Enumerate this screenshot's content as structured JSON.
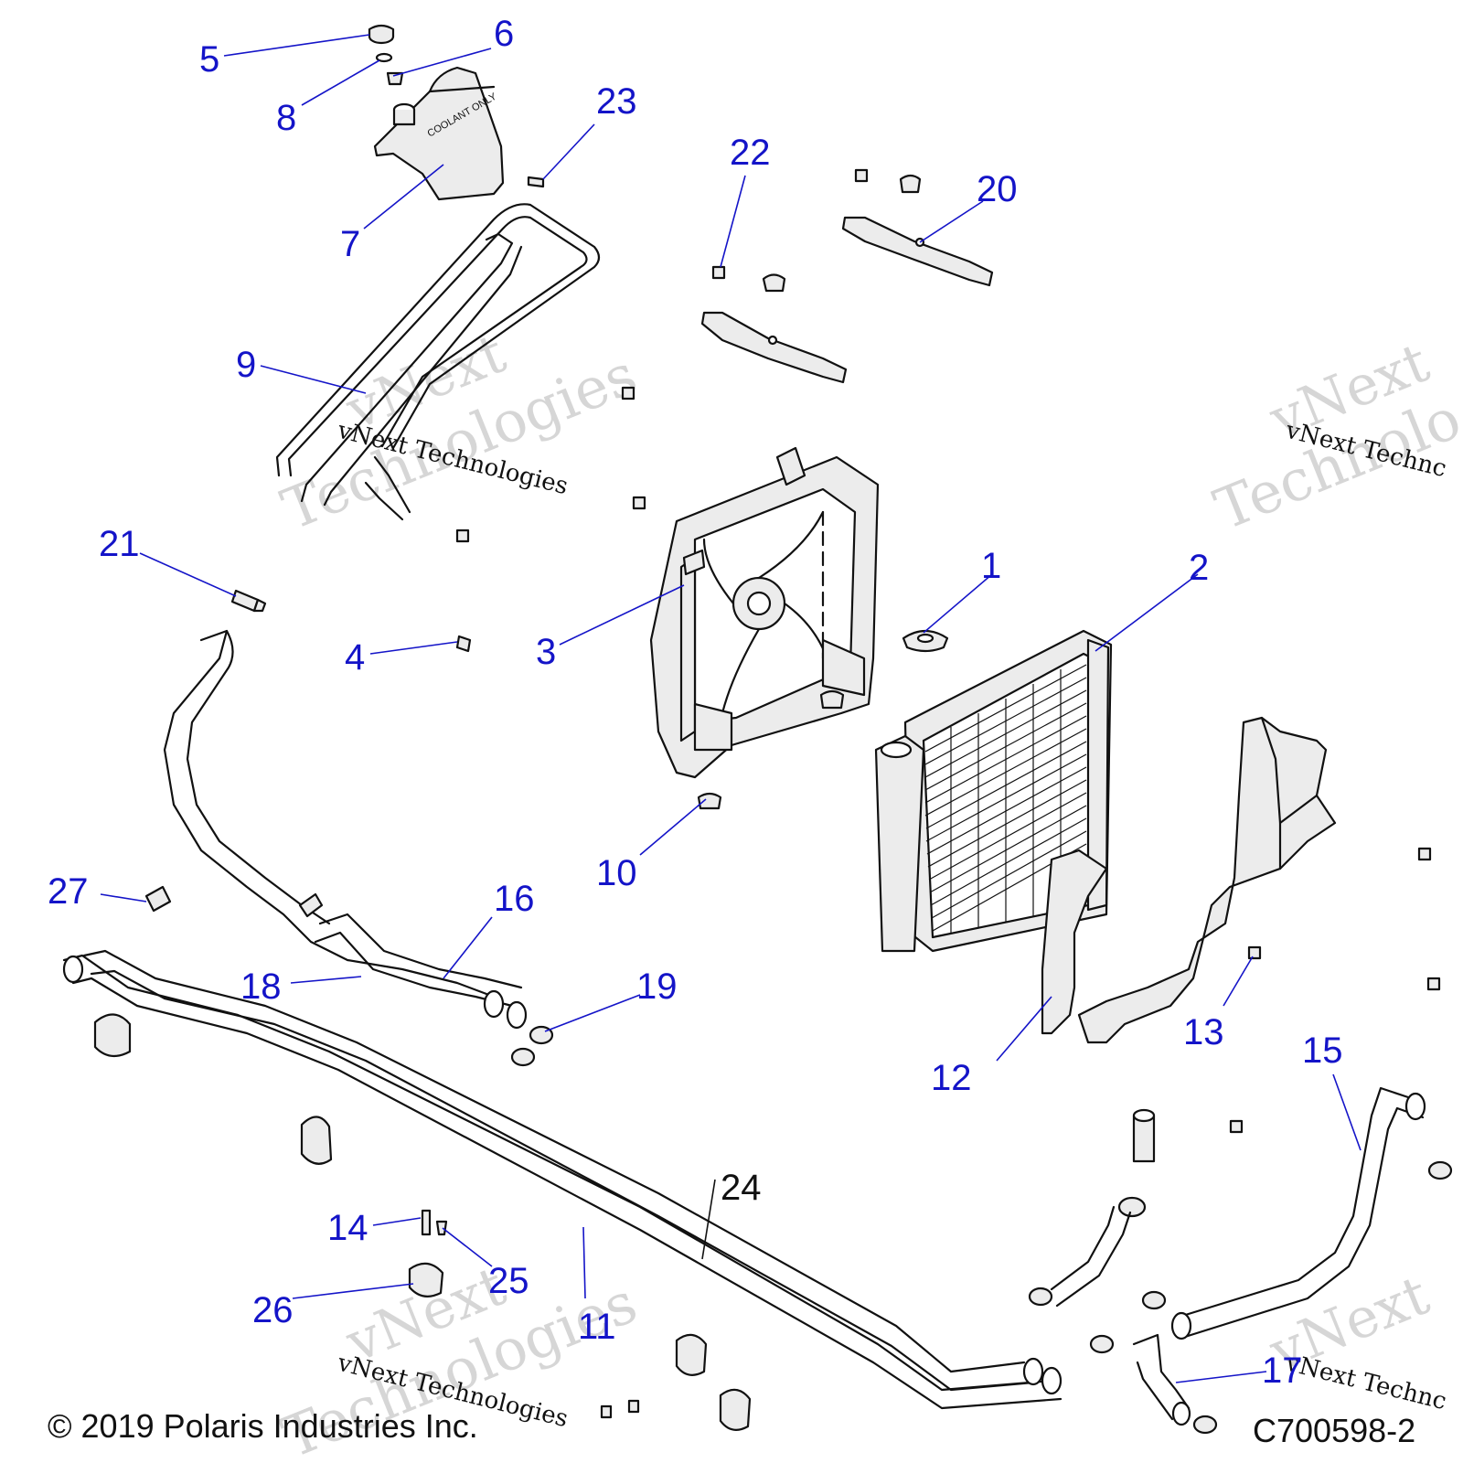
{
  "diagram": {
    "callouts": [
      {
        "id": "1",
        "label": "1"
      },
      {
        "id": "2",
        "label": "2"
      },
      {
        "id": "3",
        "label": "3"
      },
      {
        "id": "4",
        "label": "4"
      },
      {
        "id": "5",
        "label": "5"
      },
      {
        "id": "6",
        "label": "6"
      },
      {
        "id": "7",
        "label": "7"
      },
      {
        "id": "8",
        "label": "8"
      },
      {
        "id": "9",
        "label": "9"
      },
      {
        "id": "10",
        "label": "10"
      },
      {
        "id": "11",
        "label": "11"
      },
      {
        "id": "12",
        "label": "12"
      },
      {
        "id": "13",
        "label": "13"
      },
      {
        "id": "14",
        "label": "14"
      },
      {
        "id": "15",
        "label": "15"
      },
      {
        "id": "16",
        "label": "16"
      },
      {
        "id": "17",
        "label": "17"
      },
      {
        "id": "18",
        "label": "18"
      },
      {
        "id": "19",
        "label": "19"
      },
      {
        "id": "20",
        "label": "20"
      },
      {
        "id": "21",
        "label": "21"
      },
      {
        "id": "22",
        "label": "22"
      },
      {
        "id": "23",
        "label": "23"
      },
      {
        "id": "24",
        "label": "24"
      },
      {
        "id": "25",
        "label": "25"
      },
      {
        "id": "26",
        "label": "26"
      },
      {
        "id": "27",
        "label": "27"
      }
    ],
    "colors": {
      "callout": "#1414c8",
      "outline": "#111111",
      "fill": "#ececec",
      "watermark": "#d6d6d6"
    }
  },
  "watermark": {
    "top_line": "vNext",
    "mid_line": "vNext Technologies",
    "big_line": "Technologies",
    "right_line": "vNext Technc",
    "right_big": "Technolo"
  },
  "footer": {
    "copyright": "© 2019 Polaris Industries Inc.",
    "code": "C700598-2"
  }
}
